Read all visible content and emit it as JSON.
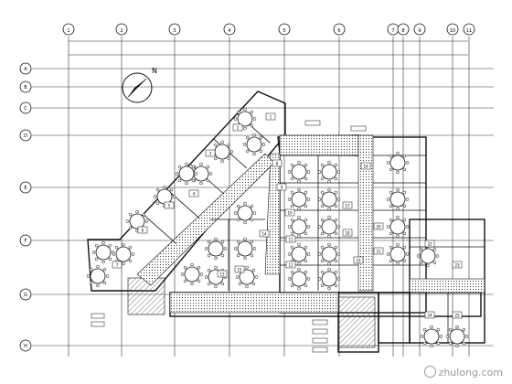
{
  "drawing": {
    "north_label": "N",
    "axis_labels": {
      "top": [
        "1",
        "2",
        "3",
        "4",
        "5",
        "6",
        "7",
        "8",
        "9",
        "10",
        "11"
      ],
      "left": [
        "A",
        "B",
        "C",
        "D",
        "E",
        "F",
        "G",
        "H"
      ]
    },
    "room_tags": [
      "1",
      "2",
      "3",
      "4",
      "5",
      "6",
      "7",
      "8",
      "9",
      "10",
      "11",
      "12",
      "13",
      "14",
      "15",
      "16",
      "17",
      "18",
      "19",
      "20",
      "21",
      "22",
      "23",
      "24",
      "25"
    ]
  },
  "watermark": "zhulong.com",
  "colors": {
    "line": "#111111",
    "grid": "#333333",
    "hatch": "#555555"
  }
}
